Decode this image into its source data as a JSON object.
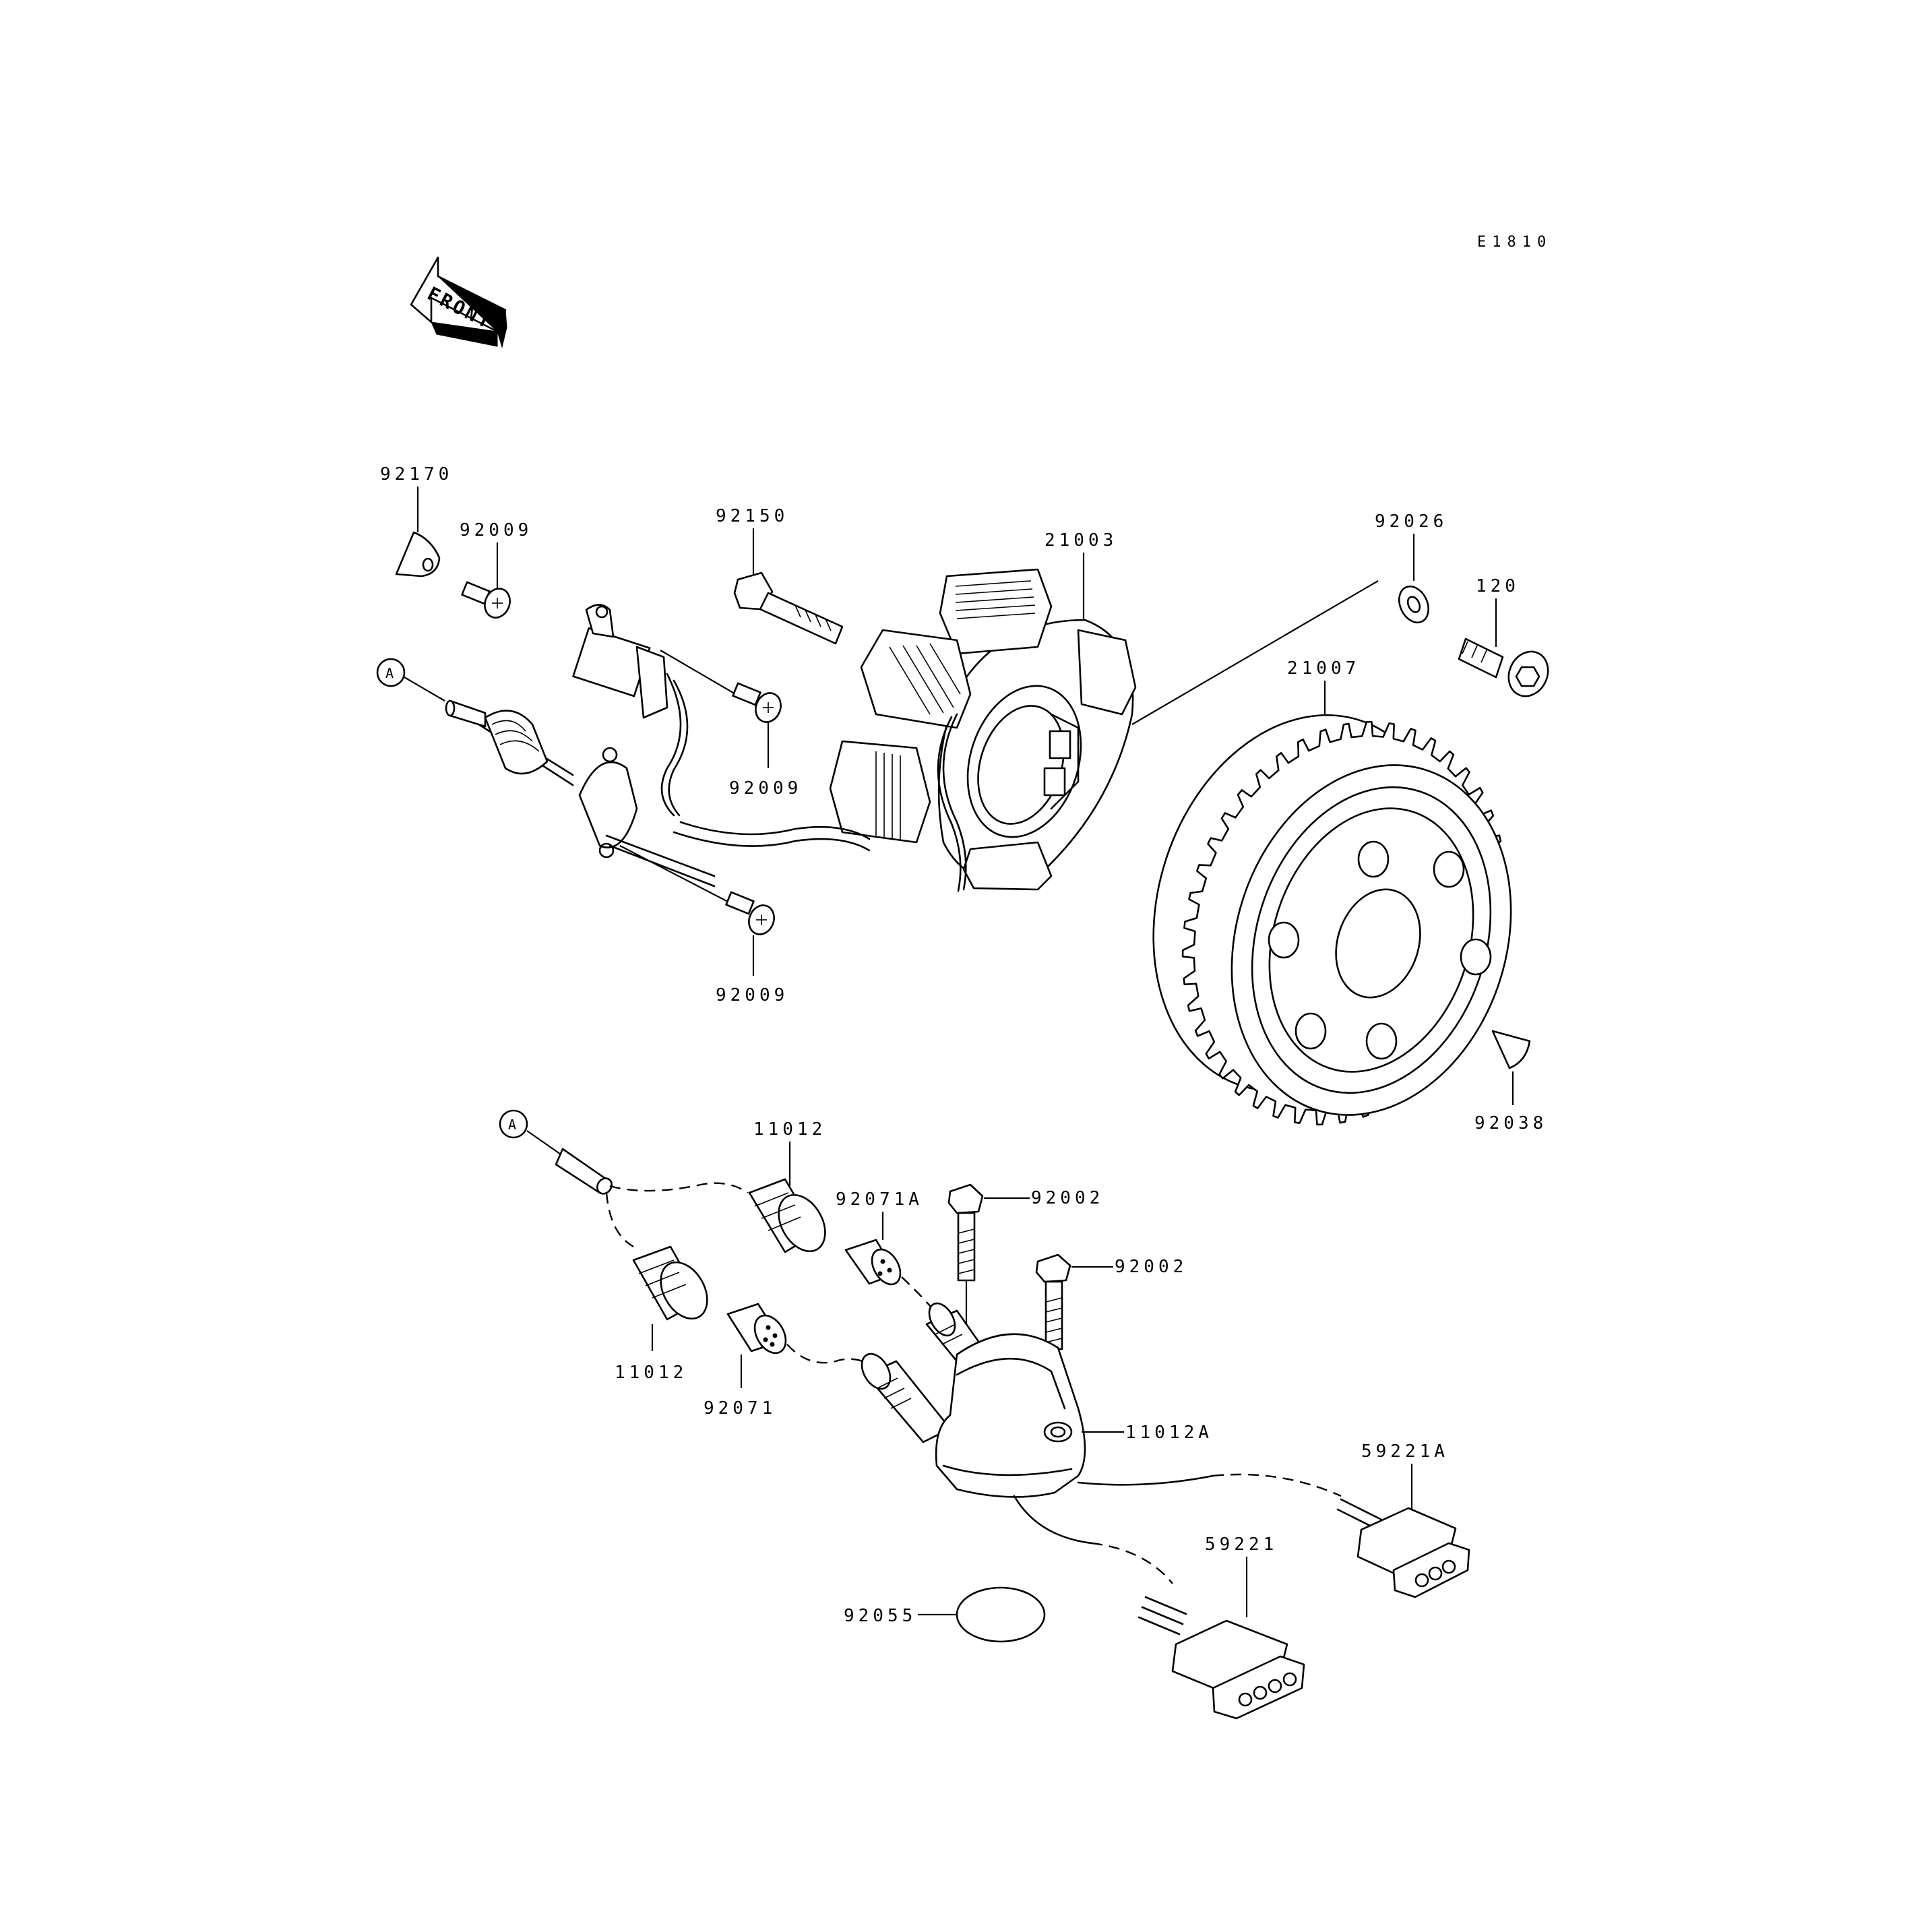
{
  "diagram_code": "E1810",
  "front_arrow": {
    "label": "FRONT",
    "icon": "front-direction-arrow-icon"
  },
  "reference_markers": {
    "a_top": "A",
    "a_bottom": "A"
  },
  "labels": {
    "p92170": "92170",
    "p92009_top": "92009",
    "p92150": "92150",
    "p21003": "21003",
    "p92026": "92026",
    "p120": "120",
    "p21007": "21007",
    "p92009_mid": "92009",
    "p92009_low": "92009",
    "p92038": "92038",
    "p11012_top": "11012",
    "p92071A": "92071A",
    "p92002_a": "92002",
    "p92002_b": "92002",
    "p11012_bot": "11012",
    "p92071": "92071",
    "p11012A": "11012A",
    "p59221A": "59221A",
    "p59221": "59221",
    "p92055": "92055"
  }
}
